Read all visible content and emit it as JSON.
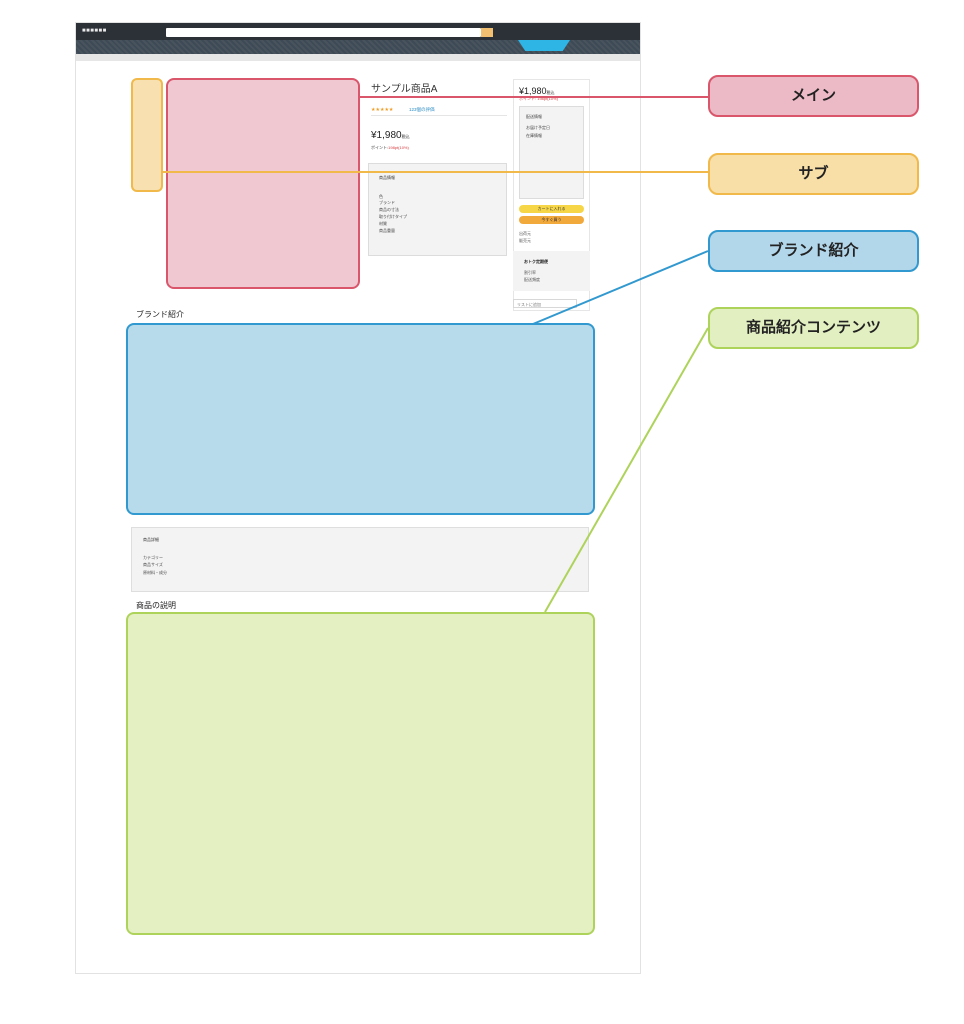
{
  "header": {
    "logo": "■■■■■■"
  },
  "product": {
    "title": "サンプル商品A",
    "stars": "★★★★★",
    "reviews": "123個の評価",
    "price": "¥1,980",
    "price_tax": "税込",
    "points_label": "ポイント:",
    "points_value": "198pt(10%)",
    "details": {
      "heading": "商品情報",
      "rows": [
        "色",
        "ブランド",
        "商品の寸法",
        "取り付けタイプ",
        "材質",
        "商品重量"
      ]
    }
  },
  "buybox": {
    "price": "¥1,980",
    "price_tax": "税込",
    "points": "ポイント: 198pt(10%)",
    "shipping": [
      "配送情報",
      "お届け予定日",
      "在庫情報"
    ],
    "cart_button": "カートに入れる",
    "buy_button": "今すぐ買う",
    "seller_rows": [
      "出荷元",
      "販売元"
    ],
    "regular": {
      "heading": "おトク定期便",
      "rows": [
        "割引率",
        "配送頻度"
      ]
    },
    "list_input": "リストに追加"
  },
  "brand": {
    "heading": "ブランド紹介"
  },
  "info": {
    "heading": "商品詳細",
    "rows": [
      "カテゴリー",
      "商品サイズ",
      "原材料・成分"
    ]
  },
  "description": {
    "heading": "商品の説明"
  },
  "callouts": {
    "main": "メイン",
    "sub": "サブ",
    "brand": "ブランド紹介",
    "content": "商品紹介コンテンツ"
  },
  "colors": {
    "main": "#d9566b",
    "sub": "#f0b94a",
    "brand": "#3199cf",
    "content": "#aed35b"
  }
}
